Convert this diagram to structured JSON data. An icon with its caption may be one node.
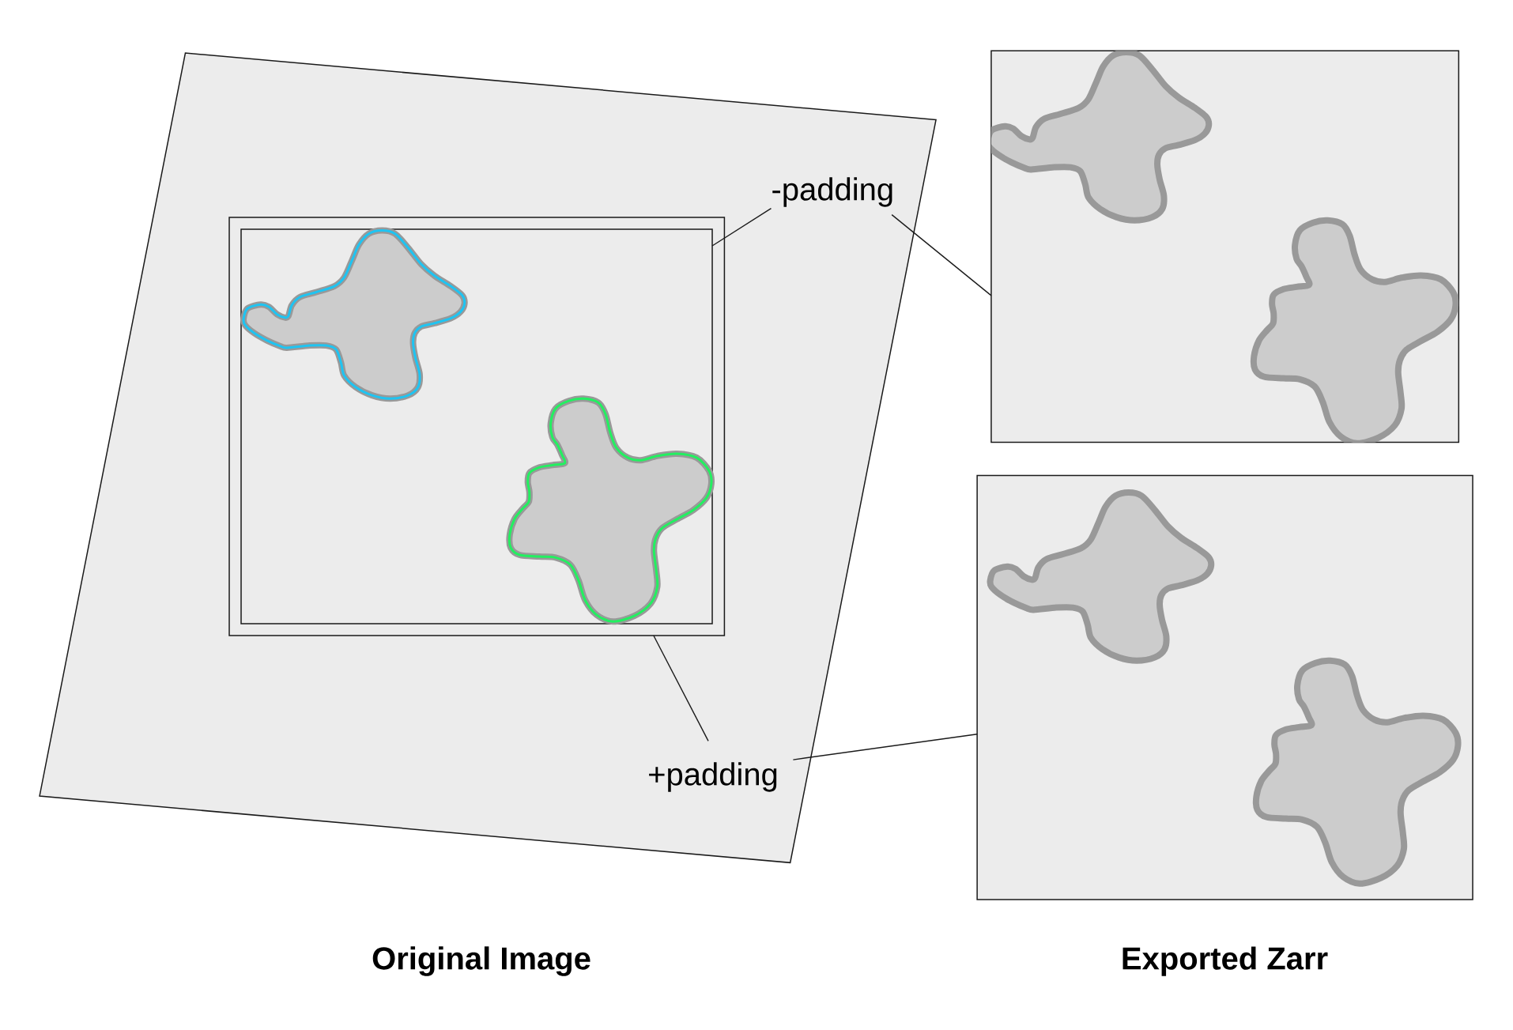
{
  "diagram": {
    "nodes": [
      {
        "text": [],
        "shape": "box"
      },
      {
        "text": [],
        "shape": "box",
        "in": 0
      },
      {
        "text": [],
        "shape": "box",
        "in": 1
      },
      {
        "text": [
          "-padding"
        ],
        "in": 0
      },
      {
        "text": [
          "+padding"
        ],
        "in": 0
      },
      {
        "text": [],
        "shape": "box"
      },
      {
        "text": [],
        "shape": "box"
      }
    ],
    "edges": [
      {
        "from": 3,
        "to": 2,
        "arrow": "none"
      },
      {
        "from": 3,
        "to": 5,
        "arrow": "none"
      },
      {
        "from": 4,
        "to": 1,
        "arrow": "none"
      },
      {
        "from": 4,
        "to": 6,
        "arrow": "none"
      }
    ],
    "labels": [
      "Original Image",
      "Exported Zarr"
    ]
  }
}
